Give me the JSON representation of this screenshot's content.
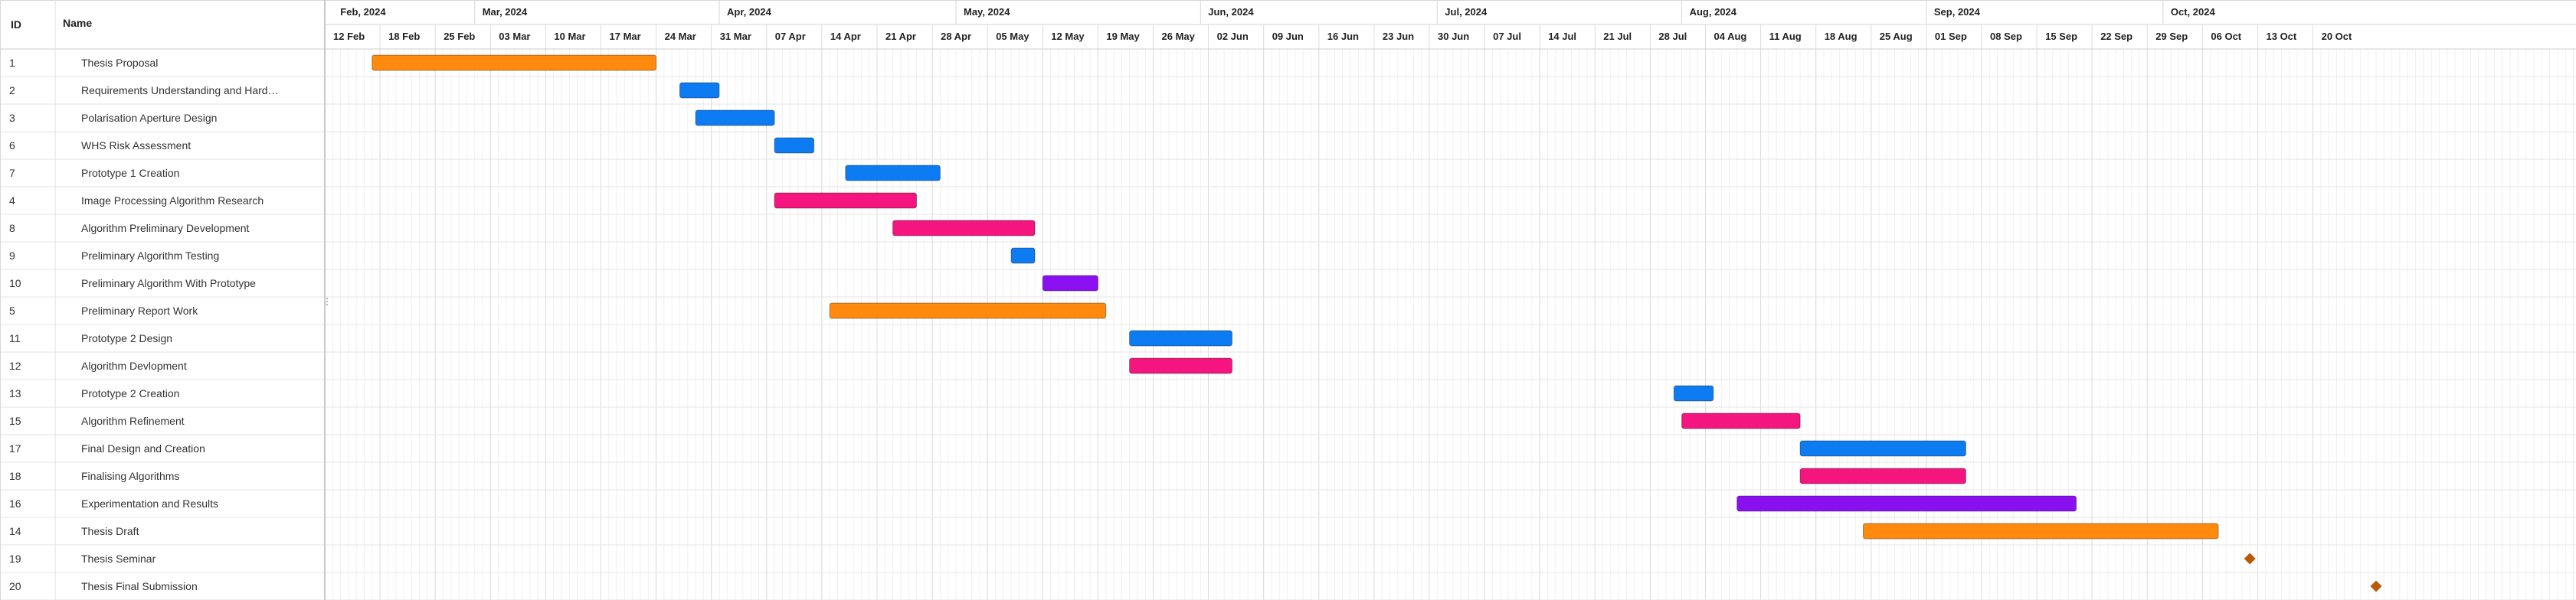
{
  "columns": {
    "id": "ID",
    "name": "Name"
  },
  "months": [
    {
      "label": "Feb, 2024",
      "date": "2024-02-12"
    },
    {
      "label": "Mar, 2024",
      "date": "2024-03-01"
    },
    {
      "label": "Apr, 2024",
      "date": "2024-04-01"
    },
    {
      "label": "May, 2024",
      "date": "2024-05-01"
    },
    {
      "label": "Jun, 2024",
      "date": "2024-06-01"
    },
    {
      "label": "Jul, 2024",
      "date": "2024-07-01"
    },
    {
      "label": "Aug, 2024",
      "date": "2024-08-01"
    },
    {
      "label": "Sep, 2024",
      "date": "2024-09-01"
    },
    {
      "label": "Oct, 2024",
      "date": "2024-10-01"
    }
  ],
  "weeks": [
    "12 Feb",
    "18 Feb",
    "25 Feb",
    "03 Mar",
    "10 Mar",
    "17 Mar",
    "24 Mar",
    "31 Mar",
    "07 Apr",
    "14 Apr",
    "21 Apr",
    "28 Apr",
    "05 May",
    "12 May",
    "19 May",
    "26 May",
    "02 Jun",
    "09 Jun",
    "16 Jun",
    "23 Jun",
    "30 Jun",
    "07 Jul",
    "14 Jul",
    "21 Jul",
    "28 Jul",
    "04 Aug",
    "11 Aug",
    "18 Aug",
    "25 Aug",
    "01 Sep",
    "08 Sep",
    "15 Sep",
    "22 Sep",
    "29 Sep",
    "06 Oct",
    "13 Oct",
    "20 Oct"
  ],
  "colors": {
    "orange": "#ff8a0d",
    "blue": "#0d7cf2",
    "pink": "#f5157e",
    "purple": "#8a10f2",
    "milestone": "#b95a06",
    "grid": "#e6e6e6"
  },
  "tasks": [
    {
      "id": "1",
      "name": "Thesis Proposal",
      "start": "2024-02-17",
      "end": "2024-03-24",
      "color": "orange"
    },
    {
      "id": "2",
      "name": "Requirements Understanding and Hardware Selection",
      "start": "2024-03-27",
      "end": "2024-04-01",
      "color": "blue"
    },
    {
      "id": "3",
      "name": "Polarisation Aperture Design",
      "start": "2024-03-29",
      "end": "2024-04-08",
      "color": "blue"
    },
    {
      "id": "6",
      "name": "WHS Risk Assessment",
      "start": "2024-04-08",
      "end": "2024-04-13",
      "color": "blue"
    },
    {
      "id": "7",
      "name": "Prototype 1 Creation",
      "start": "2024-04-17",
      "end": "2024-04-29",
      "color": "blue"
    },
    {
      "id": "4",
      "name": "Image Processing Algorithm Research",
      "start": "2024-04-08",
      "end": "2024-04-26",
      "color": "pink"
    },
    {
      "id": "8",
      "name": "Algorithm Preliminary Development",
      "start": "2024-04-23",
      "end": "2024-05-11",
      "color": "pink"
    },
    {
      "id": "9",
      "name": "Preliminary Algorithm Testing",
      "start": "2024-05-08",
      "end": "2024-05-11",
      "color": "blue"
    },
    {
      "id": "10",
      "name": "Preliminary Algorithm With Prototype",
      "start": "2024-05-12",
      "end": "2024-05-19",
      "color": "purple"
    },
    {
      "id": "5",
      "name": "Preliminary Report Work",
      "start": "2024-04-15",
      "end": "2024-05-20",
      "color": "orange"
    },
    {
      "id": "11",
      "name": "Prototype 2 Design",
      "start": "2024-05-23",
      "end": "2024-06-05",
      "color": "blue"
    },
    {
      "id": "12",
      "name": "Algorithm Devlopment",
      "start": "2024-05-23",
      "end": "2024-06-05",
      "color": "pink"
    },
    {
      "id": "13",
      "name": "Prototype 2 Creation",
      "start": "2024-07-31",
      "end": "2024-08-05",
      "color": "blue"
    },
    {
      "id": "15",
      "name": "Algorithm Refinement",
      "start": "2024-08-01",
      "end": "2024-08-16",
      "color": "pink"
    },
    {
      "id": "17",
      "name": "Final Design and Creation",
      "start": "2024-08-16",
      "end": "2024-09-06",
      "color": "blue"
    },
    {
      "id": "18",
      "name": "Finalising Algorithms",
      "start": "2024-08-16",
      "end": "2024-09-06",
      "color": "pink"
    },
    {
      "id": "16",
      "name": "Experimentation and Results",
      "start": "2024-08-08",
      "end": "2024-09-20",
      "color": "purple"
    },
    {
      "id": "14",
      "name": "Thesis Draft",
      "start": "2024-08-24",
      "end": "2024-10-08",
      "color": "orange"
    },
    {
      "id": "19",
      "name": "Thesis Seminar",
      "milestone": "2024-10-12"
    },
    {
      "id": "20",
      "name": "Thesis Final Submission",
      "milestone": "2024-10-28"
    }
  ]
}
